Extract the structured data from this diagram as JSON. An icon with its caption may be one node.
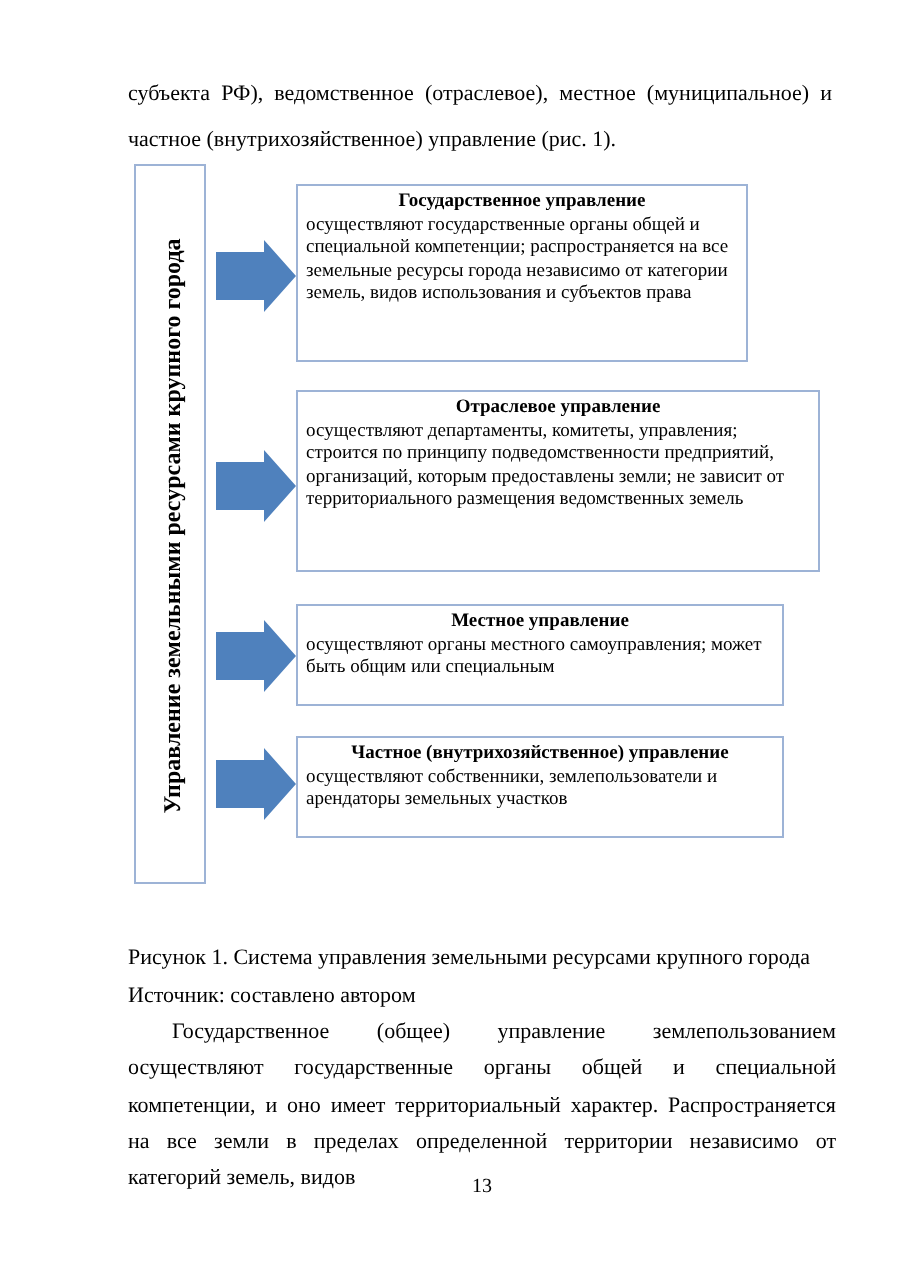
{
  "diagram": {
    "caption": "Рисунок 1. Система управления земельными ресурсами крупного города",
    "nodes": [
      {
        "text": [
          "Управление земельными ресурсами крупного города"
        ]
      },
      {
        "text": [
          "Государственное управление",
          "осуществляют государственные органы общей и специальной компетенции; распространяется на все земельные ресурсы города независимо от категории земель, видов использования и субъектов права"
        ]
      },
      {
        "text": [
          "Отраслевое управление",
          "осуществляют департаменты, комитеты, управления; строится по принципу подведомственности предприятий, организаций, которым предоставлены земли; не зависит от территориального размещения ведомственных земель"
        ]
      },
      {
        "text": [
          "Местное управление",
          "осуществляют органы местного самоуправления; может быть общим или специальным"
        ]
      },
      {
        "text": [
          "Частное (внутрихозяйственное) управление",
          "осуществляют собственники, землепользователи и арендаторы земельных участков"
        ]
      }
    ],
    "edges": [
      {
        "from": 0,
        "to": 1,
        "arrow": "to"
      },
      {
        "from": 0,
        "to": 2,
        "arrow": "to"
      },
      {
        "from": 0,
        "to": 3,
        "arrow": "to"
      },
      {
        "from": 0,
        "to": 4,
        "arrow": "to"
      }
    ],
    "labels": [
      "субъекта РФ), ведомственное (отраслевое), местное (муниципальное) и частное (внутрихозяйственное) управление (рис. 1).",
      "Источник: составлено автором",
      "Государственное (общее) управление землепользованием осуществляют государственные органы общей и специальной компетенции, и оно имеет территориальный характер. Распространяется на все земли в пределах определенной территории независимо от категорий земель, видов",
      "13"
    ]
  }
}
